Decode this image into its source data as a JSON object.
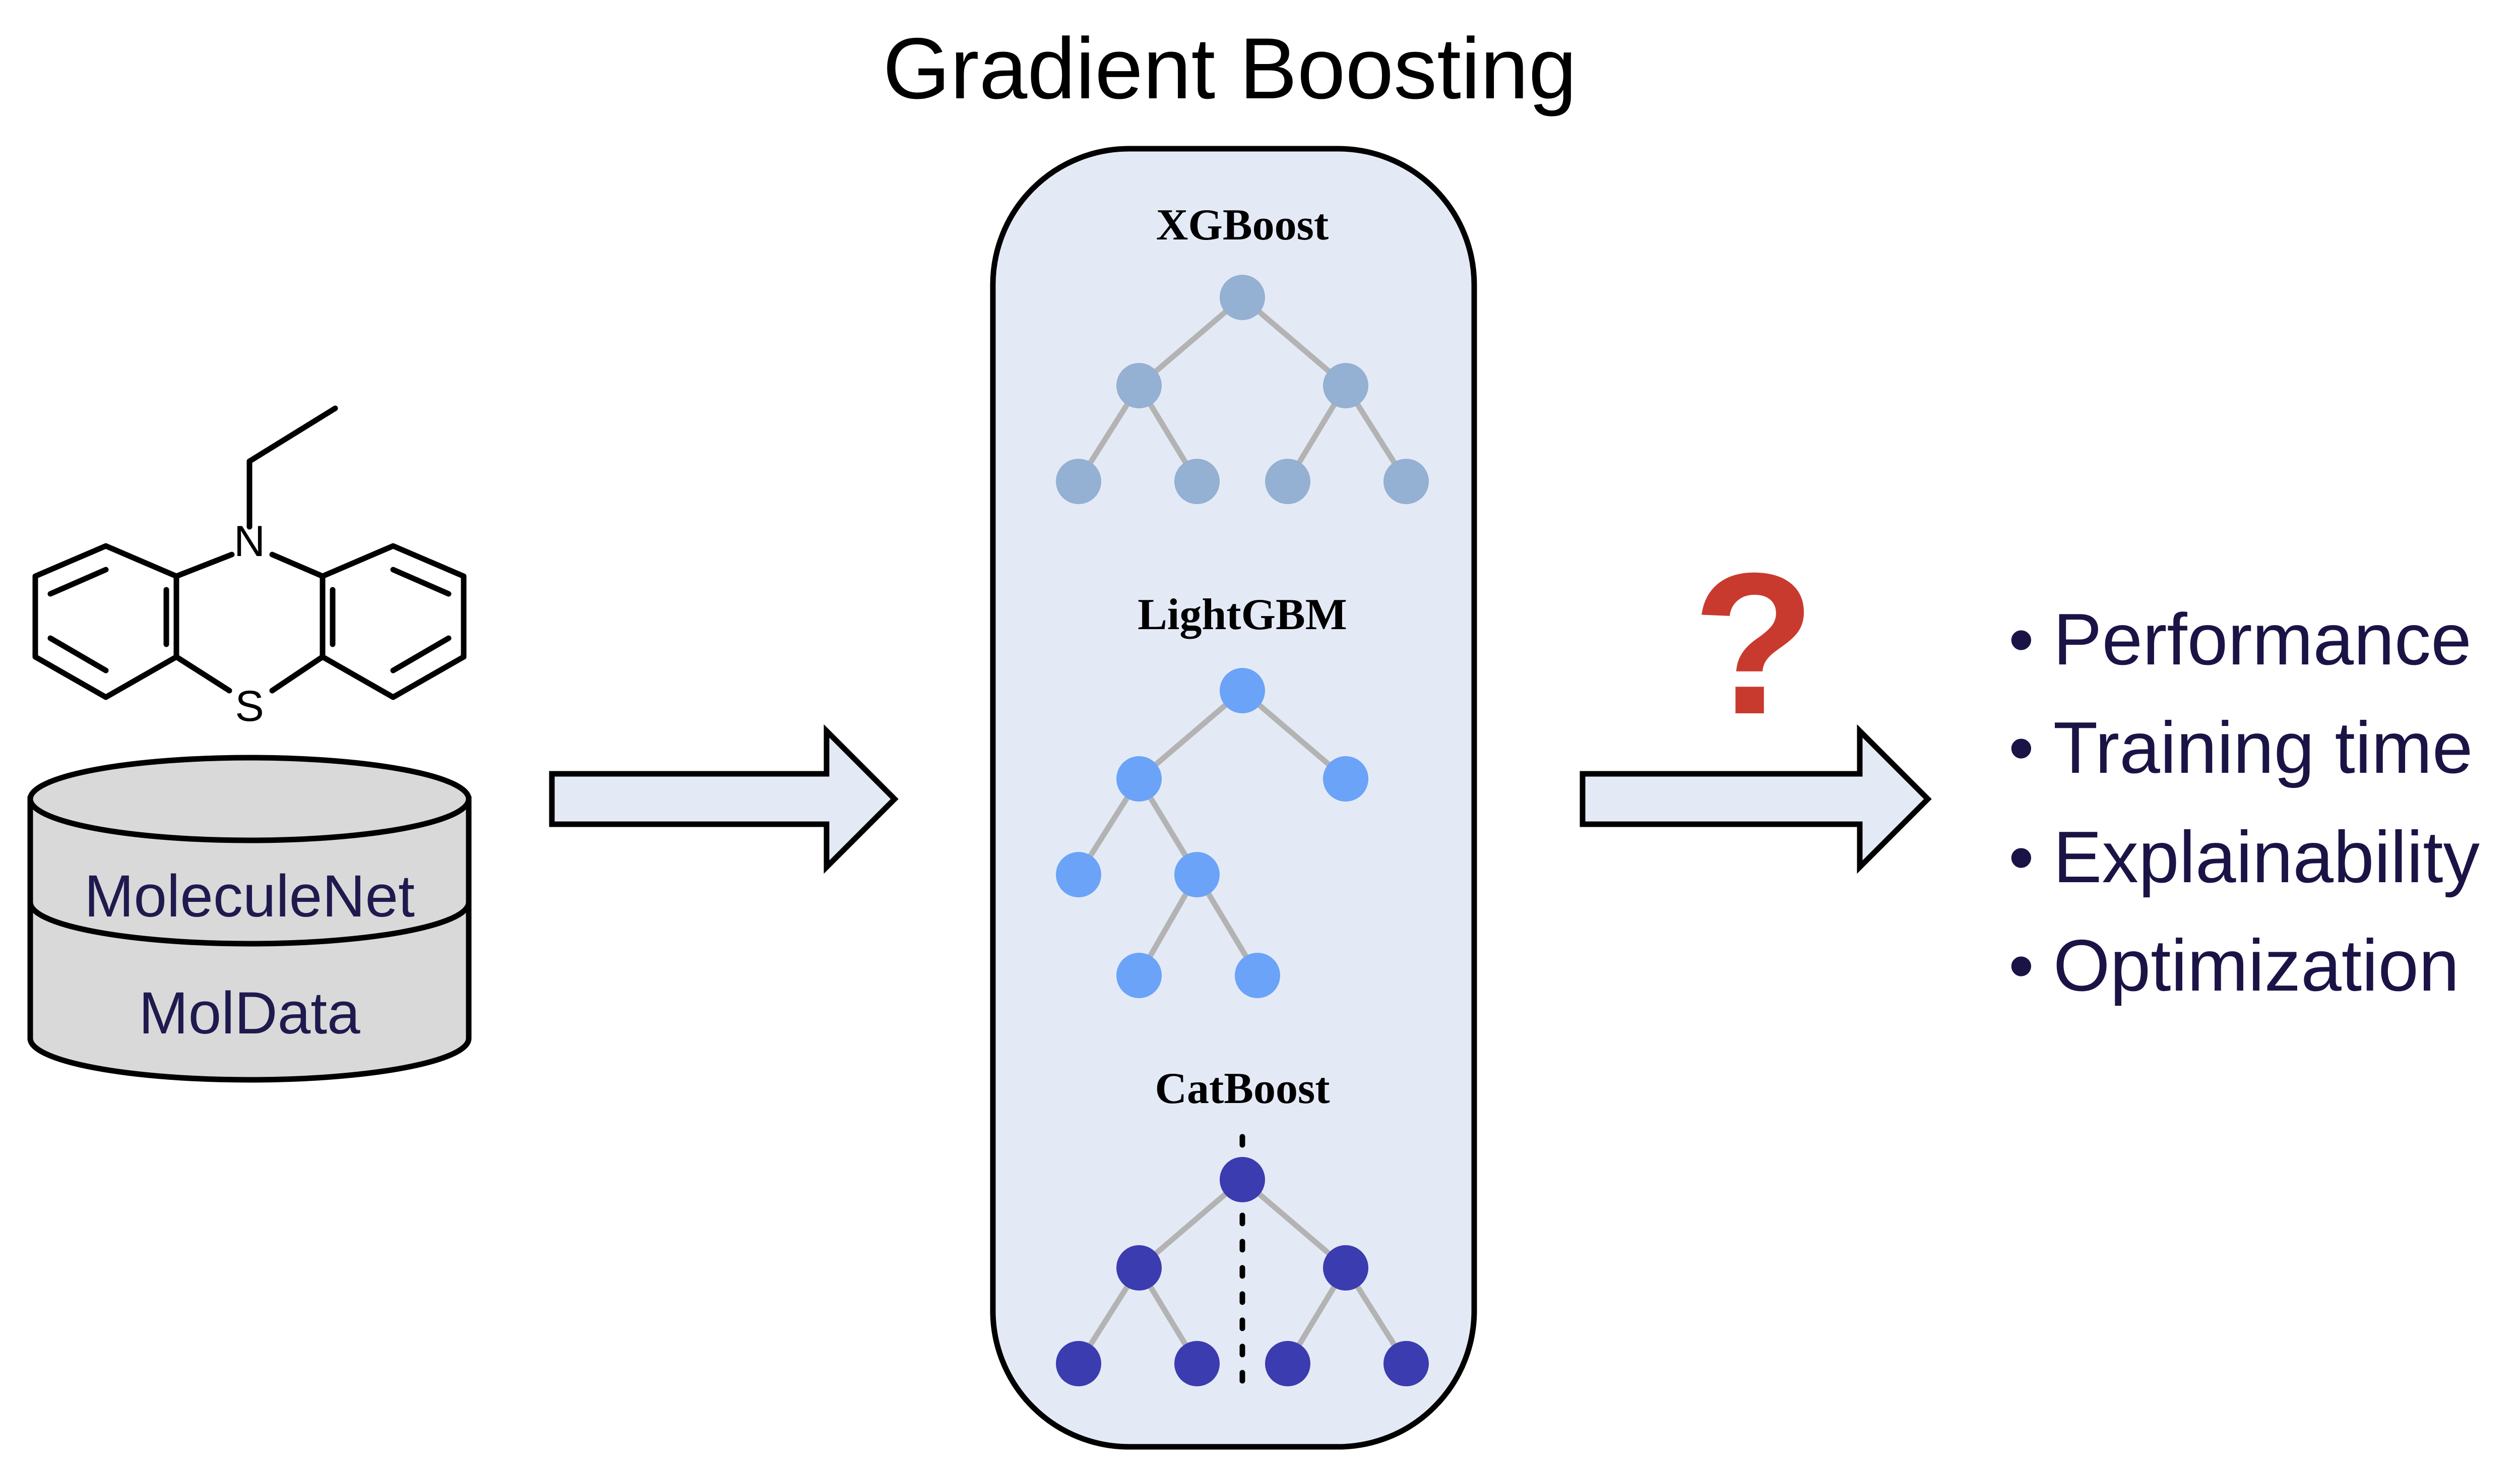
{
  "title": "Gradient Boosting",
  "molecule": {
    "atom_n": "N",
    "atom_s": "S"
  },
  "database": {
    "top_label": "MoleculeNet",
    "bottom_label": "MolData"
  },
  "algorithms": [
    {
      "name": "XGBoost"
    },
    {
      "name": "LightGBM"
    },
    {
      "name": "CatBoost"
    }
  ],
  "question_mark": "?",
  "outcomes": [
    {
      "bullet": "•",
      "label": "Performance"
    },
    {
      "bullet": "•",
      "label": "Training time"
    },
    {
      "bullet": "•",
      "label": "Explainability"
    },
    {
      "bullet": "•",
      "label": "Optimization"
    }
  ],
  "colors": {
    "xgboost_node": "#94B0D3",
    "lightgbm_node": "#6AA3F8",
    "catboost_node": "#3B3CB0",
    "edge": "#B3B3B3",
    "panel_fill": "#E4EAF5",
    "arrow_fill": "#E4EAF5",
    "db_fill": "#D9D9D9",
    "db_text": "#1F1A4E",
    "outcome_text": "#1A1446",
    "question": "#C93A2E"
  }
}
